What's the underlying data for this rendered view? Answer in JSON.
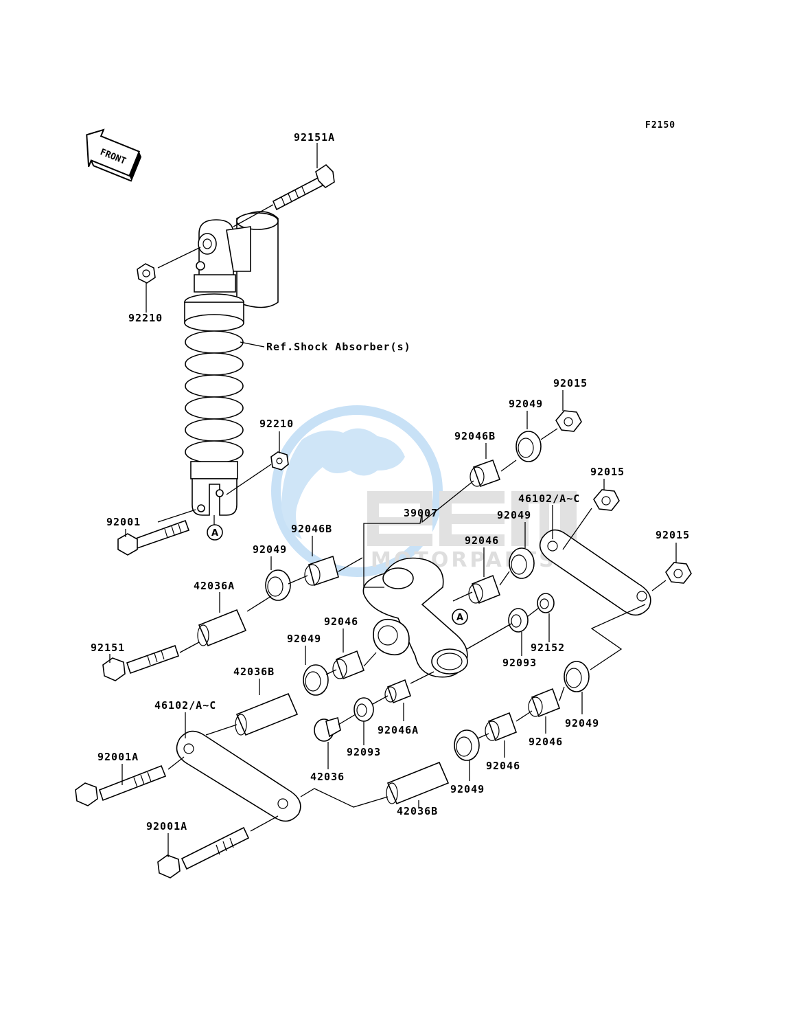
{
  "diagram": {
    "code": "F2150",
    "front_arrow": "FRONT",
    "ref_label": "Ref.Shock Absorber(s)",
    "marker": "A",
    "watermark": {
      "brand": "OEM",
      "sub": "MOTORPARTS",
      "color": "#5aa8e8"
    }
  },
  "parts": [
    {
      "id": "p01",
      "number": "92151A"
    },
    {
      "id": "p02",
      "number": "92210"
    },
    {
      "id": "p03",
      "number": "92210"
    },
    {
      "id": "p04",
      "number": "92001"
    },
    {
      "id": "p05",
      "number": "92015"
    },
    {
      "id": "p06",
      "number": "92049"
    },
    {
      "id": "p07",
      "number": "92046B"
    },
    {
      "id": "p08",
      "number": "92015"
    },
    {
      "id": "p09",
      "number": "46102/A~C"
    },
    {
      "id": "p10",
      "number": "39007"
    },
    {
      "id": "p11",
      "number": "92049"
    },
    {
      "id": "p12",
      "number": "92015"
    },
    {
      "id": "p13",
      "number": "92046B"
    },
    {
      "id": "p14",
      "number": "92046"
    },
    {
      "id": "p15",
      "number": "92049"
    },
    {
      "id": "p16",
      "number": "42036A"
    },
    {
      "id": "p17",
      "number": "92046"
    },
    {
      "id": "p18",
      "number": "92049"
    },
    {
      "id": "p19",
      "number": "92151"
    },
    {
      "id": "p20",
      "number": "42036B"
    },
    {
      "id": "p21",
      "number": "92152"
    },
    {
      "id": "p22",
      "number": "92093"
    },
    {
      "id": "p23",
      "number": "46102/A~C"
    },
    {
      "id": "p24",
      "number": "92049"
    },
    {
      "id": "p25",
      "number": "92046A"
    },
    {
      "id": "p26",
      "number": "92046"
    },
    {
      "id": "p27",
      "number": "92093"
    },
    {
      "id": "p28",
      "number": "92001A"
    },
    {
      "id": "p29",
      "number": "42036"
    },
    {
      "id": "p30",
      "number": "92046"
    },
    {
      "id": "p31",
      "number": "92049"
    },
    {
      "id": "p32",
      "number": "42036B"
    },
    {
      "id": "p33",
      "number": "92001A"
    }
  ]
}
